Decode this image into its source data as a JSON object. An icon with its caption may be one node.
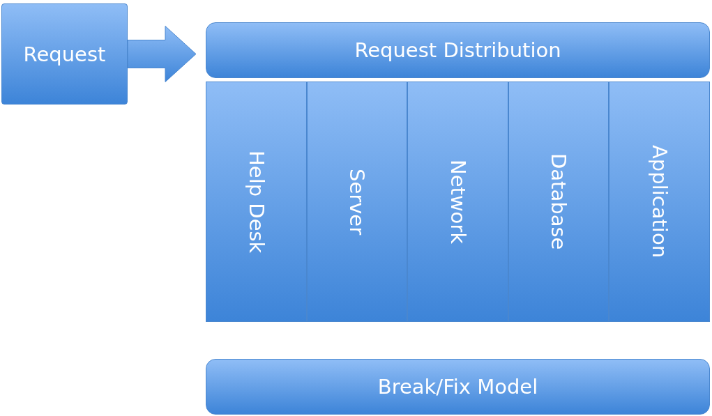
{
  "diagram": {
    "nodes": [
      {
        "text": [
          "Request"
        ]
      },
      {
        "text": [
          "Request Distribution"
        ]
      },
      {
        "text": [
          "Help Desk"
        ]
      },
      {
        "text": [
          "Server"
        ]
      },
      {
        "text": [
          "Network"
        ]
      },
      {
        "text": [
          "Database"
        ]
      },
      {
        "text": [
          "Application"
        ]
      },
      {
        "text": [
          "Break/Fix Model"
        ]
      }
    ],
    "edges": [
      {
        "from": 0,
        "to": 1,
        "arrow": "to",
        "style": "thick"
      }
    ]
  }
}
